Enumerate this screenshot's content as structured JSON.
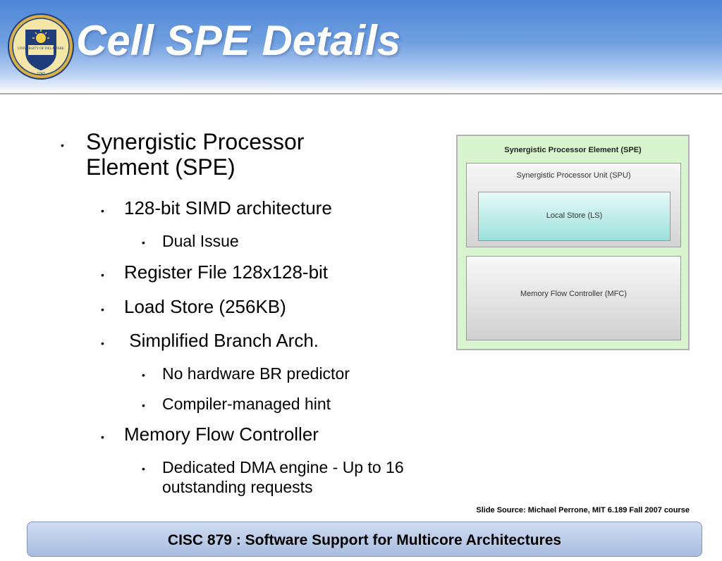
{
  "slide": {
    "title": "Cell SPE Details",
    "seal": {
      "icon": "university-of-delaware-seal-icon",
      "text": "UNIVERSITY OF DELAWARE",
      "year": "1743"
    }
  },
  "bullets": [
    {
      "text": "Synergistic Processor Element (SPE)",
      "level": 1
    },
    {
      "text": "128-bit SIMD architecture",
      "level": 2
    },
    {
      "text": "Dual Issue",
      "level": 3
    },
    {
      "text": "Register File 128x128-bit",
      "level": 2
    },
    {
      "text": "Load Store (256KB)",
      "level": 2
    },
    {
      "text": " Simplified Branch Arch.",
      "level": 2
    },
    {
      "text": "No hardware BR predictor",
      "level": 3
    },
    {
      "text": "Compiler-managed hint",
      "level": 3
    },
    {
      "text": "Memory Flow Controller",
      "level": 2
    },
    {
      "text": "Dedicated DMA engine - Up to 16 outstanding requests",
      "level": 3
    }
  ],
  "diagram": {
    "title": "Synergistic Processor Element (SPE)",
    "spu_label": "Synergistic Processor Unit (SPU)",
    "ls_label": "Local Store (LS)",
    "mfc_label": "Memory Flow Controller (MFC)",
    "colors": {
      "outer": "#d8f5cf",
      "local_store": "#9be0db",
      "units": "#d4d4d4"
    }
  },
  "source": "Slide Source: Michael Perrone, MIT 6.189 Fall 2007 course",
  "footer": "CISC 879 : Software Support for Multicore Architectures",
  "colors": {
    "header_top": "#4d86d6",
    "footer_bg": "#a9bde0"
  }
}
